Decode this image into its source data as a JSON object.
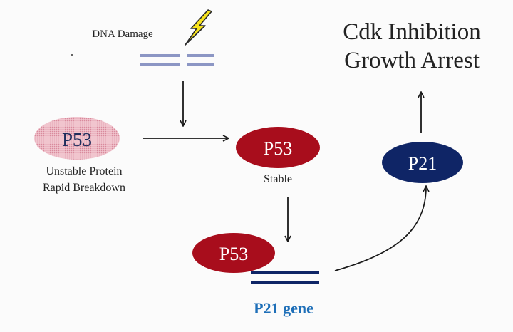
{
  "dna_damage": {
    "label": "DNA Damage"
  },
  "outcome": {
    "line1": "Cdk Inhibition",
    "line2": "Growth Arrest"
  },
  "p53_unstable": {
    "label": "P53",
    "caption_line1": "Unstable Protein",
    "caption_line2": "Rapid Breakdown"
  },
  "p53_stable": {
    "label": "P53",
    "caption": "Stable"
  },
  "p53_bound": {
    "label": "P53"
  },
  "p21_protein": {
    "label": "P21"
  },
  "p21_gene": {
    "label": "P21 gene"
  },
  "colors": {
    "p53_dark": "#a80d1c",
    "p53_light": "#e8a9b6",
    "p21_navy": "#0f2566",
    "dna_light": "#8c96c4",
    "dna_dark": "#0f2566",
    "gene_label": "#1e6fb8",
    "bolt": "#f7e21c",
    "text": "#222222"
  },
  "icons": {
    "damage_symbol": "lightning-bolt-icon"
  }
}
